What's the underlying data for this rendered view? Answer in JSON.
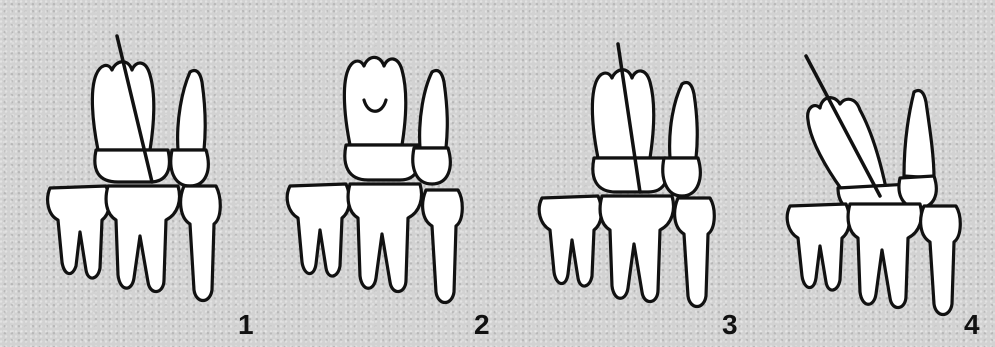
{
  "panels": [
    {
      "id": "panel-1",
      "label": "1",
      "probe": true
    },
    {
      "id": "panel-2",
      "label": "2",
      "probe": false
    },
    {
      "id": "panel-3",
      "label": "3",
      "probe": true
    },
    {
      "id": "panel-4",
      "label": "4",
      "probe": true
    }
  ]
}
